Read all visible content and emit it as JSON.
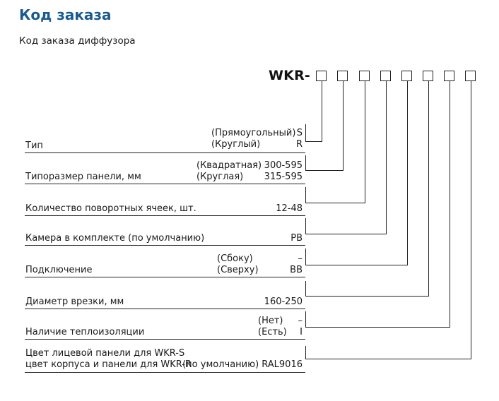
{
  "title": "Код заказа",
  "subtitle": "Код заказа диффузора",
  "code_prefix": "WKR-",
  "rows": [
    {
      "label": "Тип",
      "options": [
        {
          "name": "(Прямоугольный)",
          "code": "S"
        },
        {
          "name": "(Круглый)",
          "code": "R"
        }
      ]
    },
    {
      "label": "Типоразмер панели, мм",
      "options": [
        {
          "name": "(Квадратная)",
          "code": "300-595"
        },
        {
          "name": "(Круглая)",
          "code": "315-595"
        }
      ]
    },
    {
      "label": "Количество поворотных ячеек, шт.",
      "value": "12-48"
    },
    {
      "label": "Камера в комплекте (по умолчанию)",
      "value": "PB"
    },
    {
      "label": "Подключение",
      "options": [
        {
          "name": "(Сбоку)",
          "code": "–"
        },
        {
          "name": "(Сверху)",
          "code": "BB"
        }
      ]
    },
    {
      "label": "Диаметр врезки, мм",
      "value": "160-250"
    },
    {
      "label": "Наличие теплоизоляции",
      "options": [
        {
          "name": "(Нет)",
          "code": "–"
        },
        {
          "name": "(Есть)",
          "code": "I"
        }
      ]
    },
    {
      "label_line1": "Цвет лицевой панели для WKR-S",
      "label_line2": "цвет корпуса и панели для WKR-R",
      "value": "(по умолчанию) RAL9016"
    }
  ]
}
